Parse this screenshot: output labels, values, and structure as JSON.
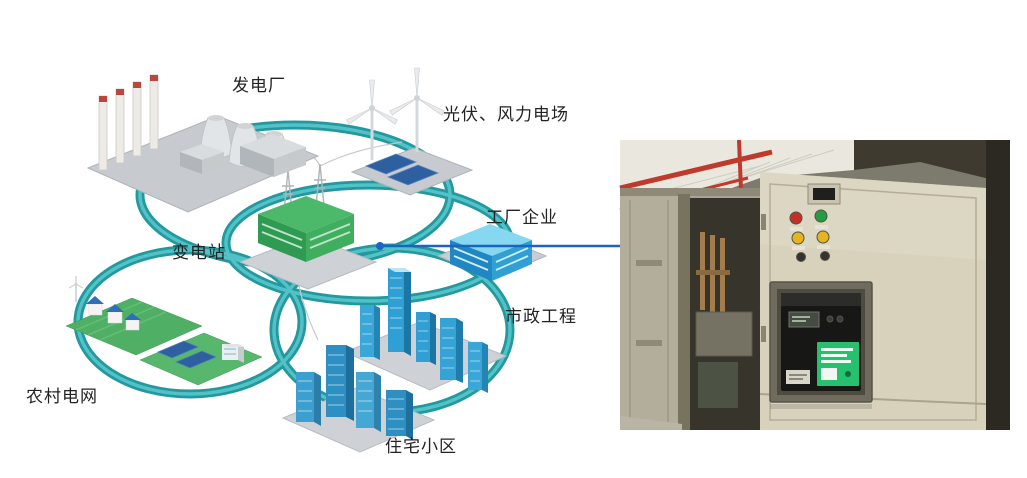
{
  "diagram": {
    "labels": {
      "power_plant": "发电厂",
      "solar_wind_farm": "光伏、风力电场",
      "factory": "工厂企业",
      "substation": "变电站",
      "municipal": "市政工程",
      "residential": "住宅小区",
      "rural_grid": "农村电网"
    },
    "colors": {
      "ring_teal": "#17939a",
      "ring_highlight": "#49bfc4",
      "connector_blue": "#1a64c8",
      "substation_green": "#3fae5e",
      "building_blue": "#2f9fd4",
      "solar_panel_blue": "#2e5f9e"
    }
  },
  "photo": {
    "colors": {
      "panel_beige": "#d8d2bd",
      "breaker_label_green": "#27c06e",
      "indicator_red": "#c62f26",
      "indicator_green": "#259b43",
      "indicator_yellow": "#e5b41f",
      "pipe_red": "#bf3a2c"
    }
  }
}
